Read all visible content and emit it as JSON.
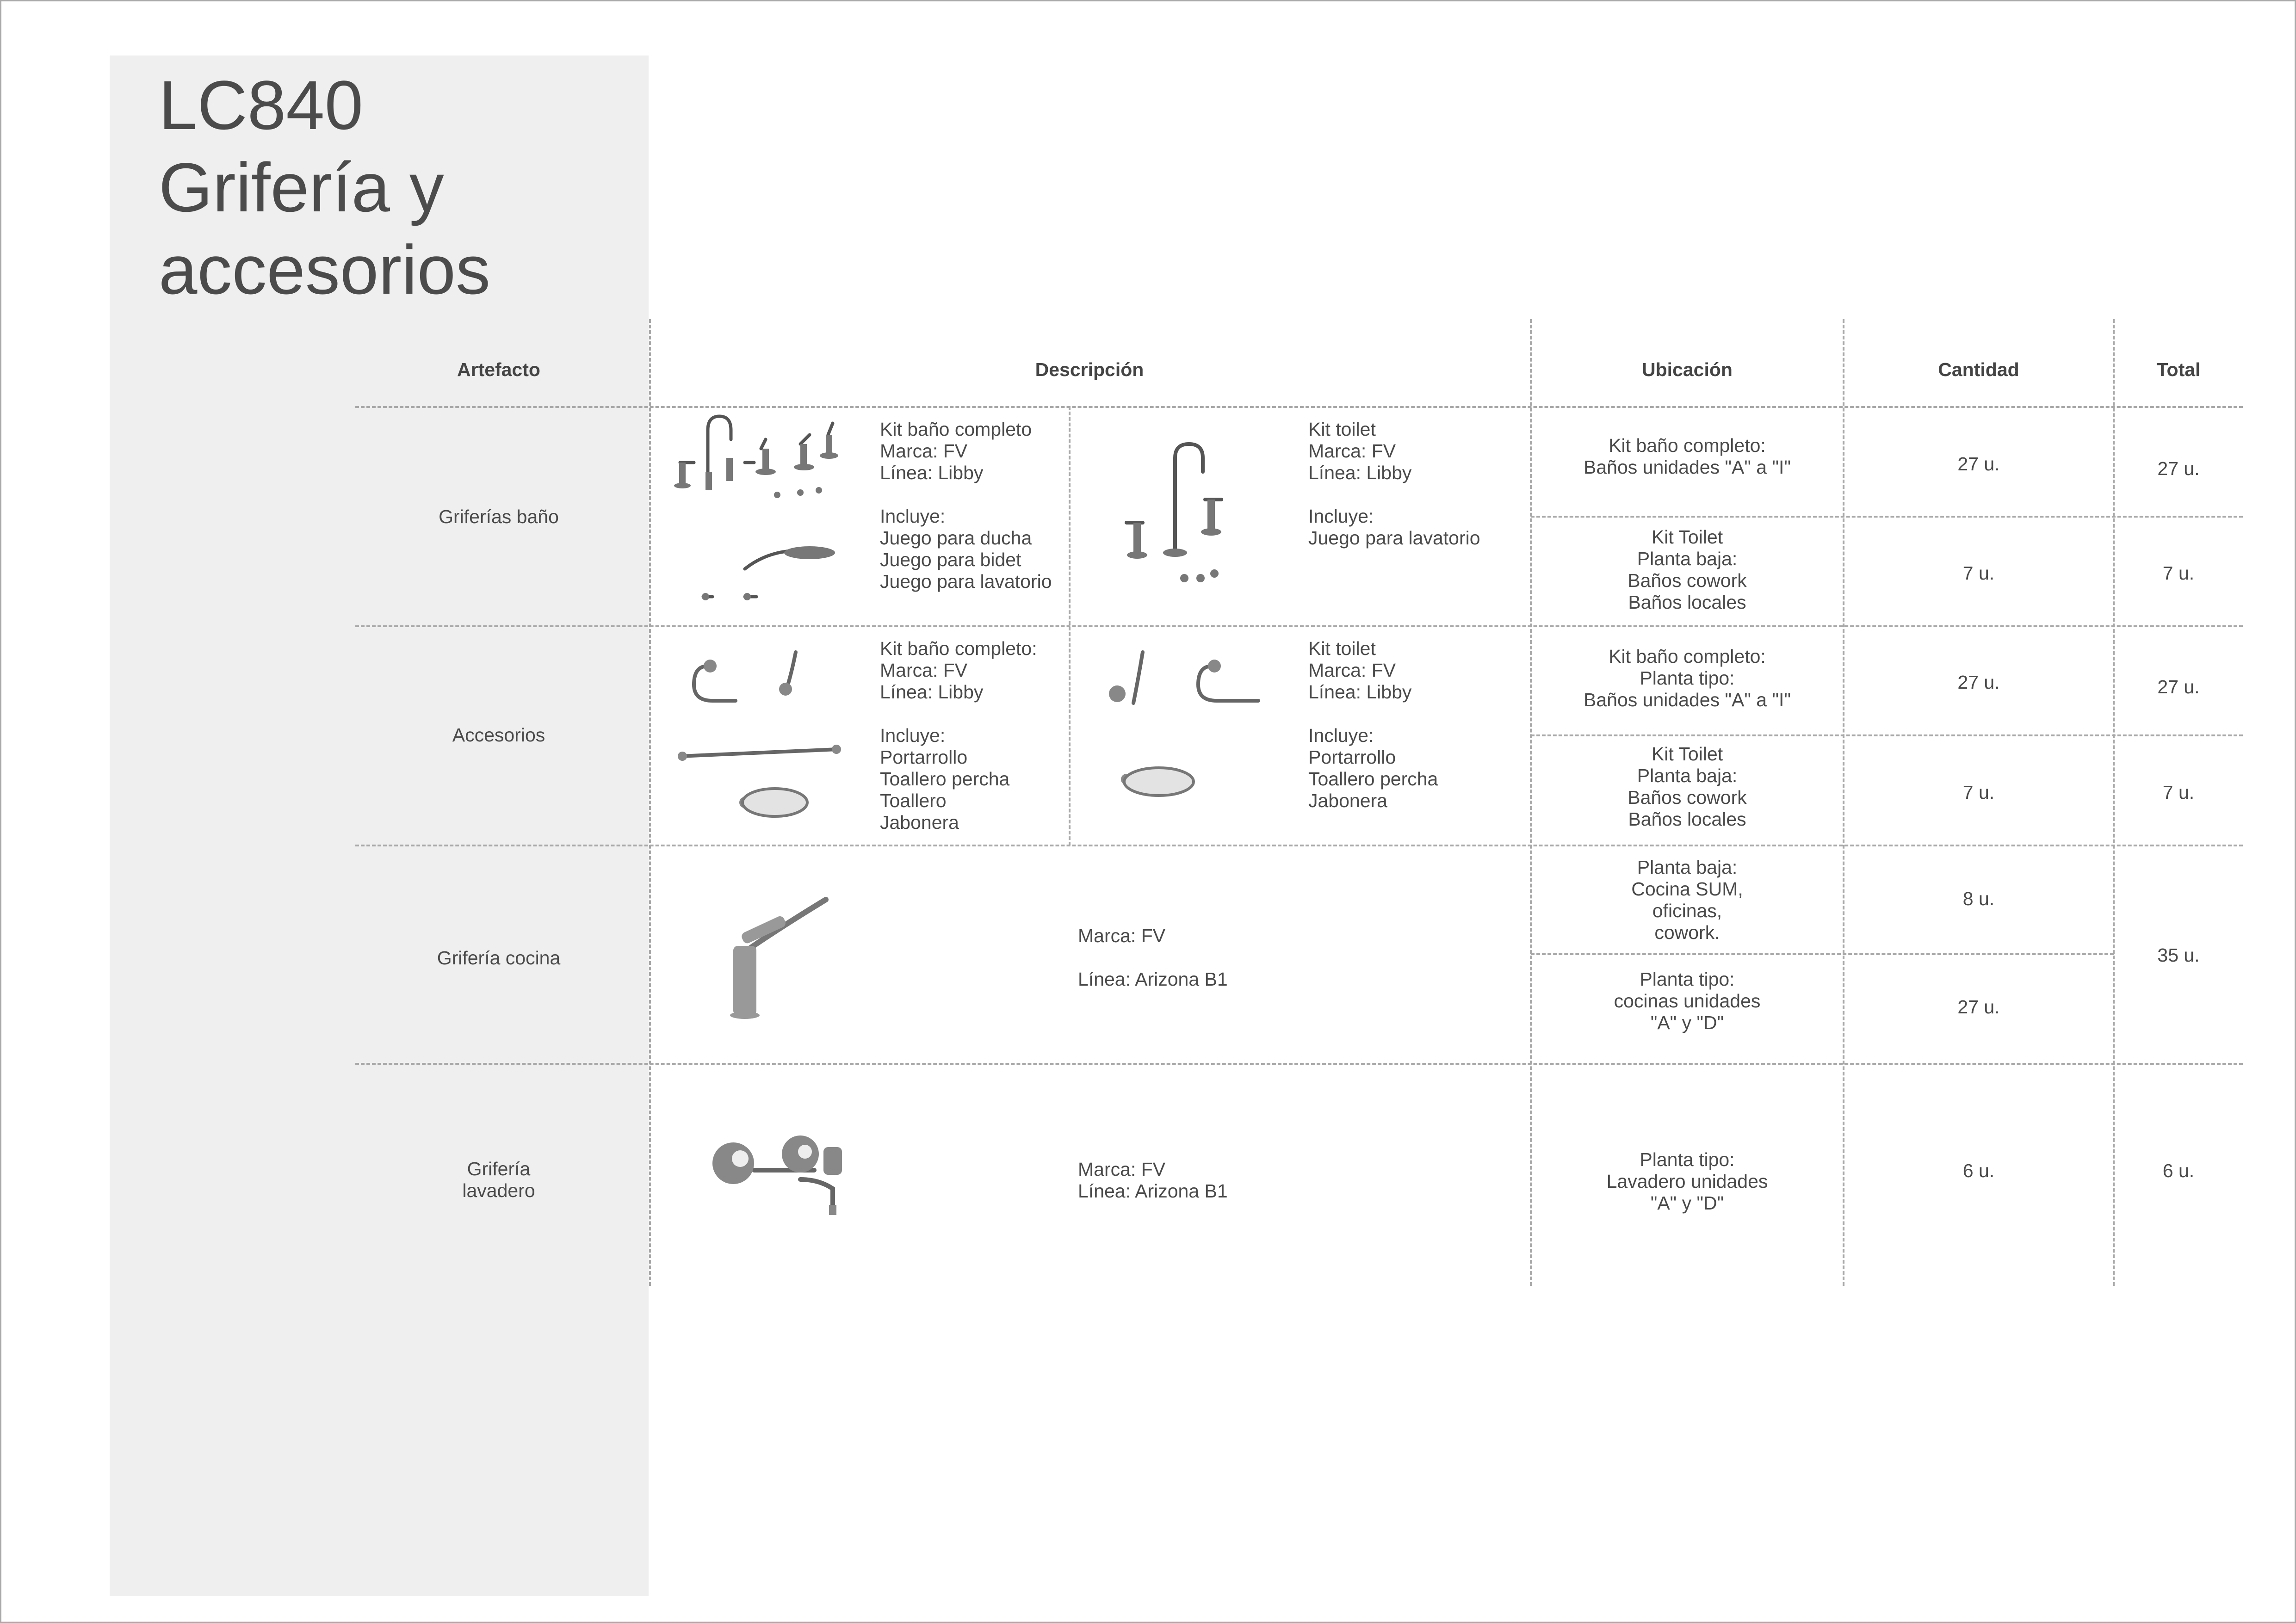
{
  "title": {
    "line1": "LC840",
    "line2": "Grifería y",
    "line3": "accesorios"
  },
  "headers": {
    "artefacto": "Artefacto",
    "descripcion": "Descripción",
    "ubicacion": "Ubicación",
    "cantidad": "Cantidad",
    "total": "Total"
  },
  "rows": [
    {
      "artefacto": "Griferías baño",
      "desc_a": "Kit baño completo\nMarca: FV\nLínea: Libby\n\nIncluye:\nJuego para ducha\nJuego para bidet\nJuego para lavatorio",
      "desc_b": "Kit toilet\nMarca: FV\nLínea: Libby\n\nIncluye:\nJuego para lavatorio",
      "ubic_1": "Kit baño completo:\nBaños unidades \"A\" a \"I\"",
      "ubic_2": "Kit Toilet\nPlanta baja:\nBaños cowork\nBaños locales",
      "cant_1": "27 u.",
      "cant_2": "7 u.",
      "total_1": "27 u.",
      "total_2": "7 u.",
      "icons": [
        "faucet-set-icon",
        "toilet-faucet-icon"
      ]
    },
    {
      "artefacto": "Accesorios",
      "desc_a": "Kit baño completo:\nMarca: FV\nLínea: Libby\n\nIncluye:\nPortarrollo\nToallero percha\nToallero\nJabonera",
      "desc_b": "Kit toilet\nMarca: FV\nLínea: Libby\n\nIncluye:\nPortarrollo\nToallero percha\nJabonera",
      "ubic_1": "Kit baño completo:\nPlanta tipo:\nBaños unidades \"A\" a \"I\"",
      "ubic_2": "Kit Toilet\nPlanta baja:\nBaños cowork\nBaños locales",
      "cant_1": "27 u.",
      "cant_2": "7 u.",
      "total_1": "27 u.",
      "total_2": "7 u.",
      "icons": [
        "bathroom-accessories-icon",
        "toilet-accessories-icon"
      ]
    },
    {
      "artefacto": "Grifería cocina",
      "desc": "Marca: FV\n\nLínea: Arizona B1",
      "ubic_1": "Planta baja:\nCocina SUM,\noficinas,\ncowork.",
      "ubic_2": "Planta tipo:\ncocinas unidades\n\"A\" y \"D\"",
      "cant_1": "8 u.",
      "cant_2": "27 u.",
      "total": "35 u.",
      "icons": [
        "kitchen-faucet-icon"
      ]
    },
    {
      "artefacto": "Grifería\nlavadero",
      "desc": "Marca: FV\nLínea: Arizona B1",
      "ubic": "Planta tipo:\nLavadero unidades\n\"A\" y \"D\"",
      "cant": "6 u.",
      "total": "6 u.",
      "icons": [
        "laundry-faucet-icon"
      ]
    }
  ]
}
